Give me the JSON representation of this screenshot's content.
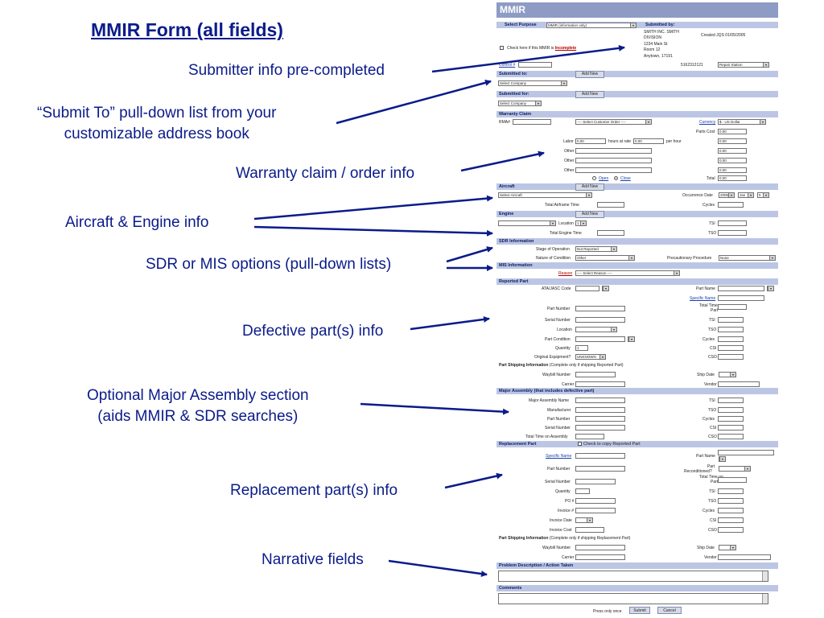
{
  "slide_title": "MMIR Form (all fields)",
  "callouts": {
    "submitter": "Submitter info pre-completed",
    "submit_to_line1": "“Submit To” pull-down list from your",
    "submit_to_line2": "customizable address book",
    "warranty": "Warranty claim / order info",
    "aircraft": "Aircraft & Engine info",
    "sdr": "SDR or MIS options (pull-down lists)",
    "defective": "Defective part(s) info",
    "major_line1": "Optional Major Assembly section",
    "major_line2": "(aids MMIR & SDR searches)",
    "replacement": "Replacement part(s) info",
    "narrative": "Narrative fields"
  },
  "form": {
    "title": "MMIR",
    "select_purpose_label": "Select Purpose",
    "select_purpose_value": "MMIR (information only)",
    "submitted_by_label": "Submitted by:",
    "submitter_name1": "SMITH INC. SMITH",
    "submitter_name2": "DIVISION",
    "submitter_addr1": "1234 Main St",
    "submitter_addr2": "Room 12",
    "submitter_addr3": "Anytown, 17191",
    "created": "Created JQS 01/05/2005",
    "phone": "5162312121",
    "repair_station": "Repair Station",
    "incomplete_text": "Check here if this MMIR is",
    "incomplete_link": "Incomplete",
    "control_label": "Control #",
    "add_new": "Add New",
    "submitted_to": "Submitted to:",
    "select_company": "Select Company",
    "submitted_for": "Submitted for:",
    "warranty_claim": "Warranty Claim",
    "rma": "RMA#",
    "customer_order": "---- Select Customer Order ----",
    "currency_label": "Currency",
    "currency_value": "$ - US Dollar",
    "parts_cost": "Parts Cost",
    "labor": "Labor",
    "hours_at_rate": "hours at rate",
    "per_hour": "per hour",
    "other": "Other",
    "zero": "0.00",
    "open": "Open",
    "close": "Close",
    "total": "Total",
    "aircraft": "Aircraft",
    "select_aircraft": "Select Aircraft",
    "occurrence_date": "Occurrence Date",
    "occ_year": "2005",
    "occ_month": "Jan",
    "occ_day": "5",
    "total_airframe_time": "Total Airframe Time",
    "cycles": "Cycles",
    "engine": "Engine",
    "location": "Location",
    "location_value": "1",
    "tsi": "TSI",
    "tso": "TSO",
    "total_engine_time": "Total Engine Time",
    "sdr_information": "SDR Information",
    "stage_of_operation": "Stage of Operation",
    "not_reported": "Not Reported",
    "nature_of_condition": "Nature of Condition",
    "other_value": "Other",
    "precautionary_procedure": "Precautionary Procedure",
    "none": "None",
    "mis_information": "MIS Information",
    "reason": "Reason",
    "select_reason": "---- Select Reason ----",
    "reported_part": "Reported Part",
    "ata_code": "ATA/JASC Code",
    "part_name": "Part Name",
    "specific_name": "Specific Name",
    "total_time_on": "Total Time on",
    "part": "Part",
    "part_number": "Part Number",
    "serial_number": "Serial Number",
    "part_condition": "Part Condition",
    "quantity": "Quantity",
    "quantity_value": "1",
    "csi": "CSI",
    "cso": "CSO",
    "original_equipment": "Original Equipment?",
    "unknown": "UNKNOWN",
    "part_shipping_info": "Part Shipping Information",
    "shipping_note_reported": "(Complete only if shipping Reported Part)",
    "waybill_number": "Waybill Number",
    "ship_date": "Ship Date",
    "carrier": "Carrier",
    "vendor": "Vendor",
    "major_assembly": "Major Assembly (that includes defective part)",
    "major_assembly_name": "Major Assembly Name",
    "manufacturer": "Manufacturer",
    "total_time_on_assembly": "Total Time on Assembly",
    "replacement_part": "Replacement Part",
    "copy_reported": "Check to copy Reported Part",
    "part_reconditioned": "Part",
    "reconditioned": "Reconditioned?",
    "po": "PO #",
    "invoice": "Invoice #",
    "invoice_date": "Invoice Date",
    "invoice_cost": "Invoice Cost",
    "shipping_note_replacement": "(Complete only if shipping Replacement Part)",
    "problem_description": "Problem Description / Action Taken",
    "comments": "Comments",
    "press_only_once": "Press only once",
    "submit": "Submit",
    "cancel": "Cancel"
  },
  "colors": {
    "callout_text": "#0a1b8a",
    "arrow": "#0a1b8a",
    "section_bar": "#bcc6e4",
    "title_bar": "#8e9bc4"
  }
}
